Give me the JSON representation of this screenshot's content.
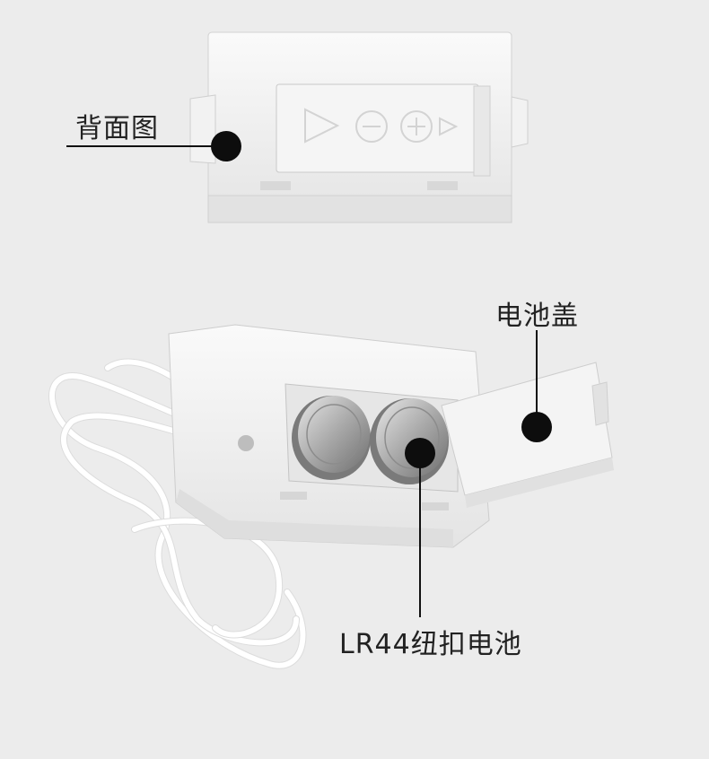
{
  "labels": {
    "back_view": "背面图",
    "battery_cover": "电池盖",
    "battery_type": "LR44纽扣电池"
  },
  "colors": {
    "background": "#ececec",
    "device": "#f7f7f7",
    "marker": "#0d0d0d"
  }
}
